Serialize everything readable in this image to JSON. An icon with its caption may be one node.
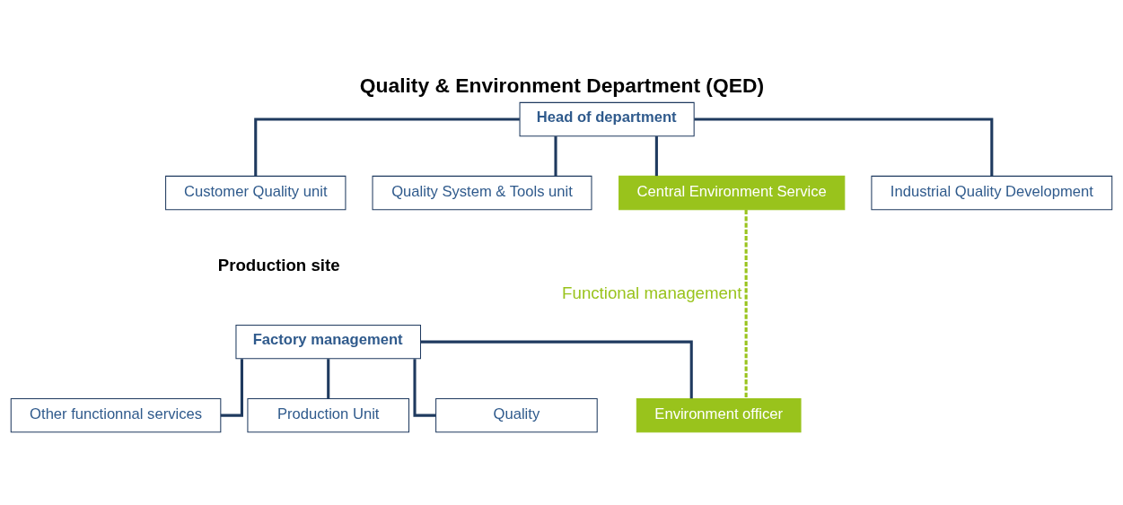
{
  "diagram": {
    "title": "Quality & Environment Department (QED)",
    "nodes": [
      {
        "text": [
          "Head of department"
        ]
      },
      {
        "text": [
          "Customer Quality unit"
        ]
      },
      {
        "text": [
          "Quality System & Tools unit"
        ]
      },
      {
        "text": [
          "Central Environment Service"
        ]
      },
      {
        "text": [
          "Industrial Quality Development"
        ]
      },
      {
        "text": [
          "Factory management"
        ]
      },
      {
        "text": [
          "Other functionnal services"
        ]
      },
      {
        "text": [
          "Production Unit"
        ]
      },
      {
        "text": [
          "Quality"
        ]
      },
      {
        "text": [
          "Environment officer"
        ]
      }
    ],
    "edges": [
      {
        "from": 0,
        "to": 1,
        "arrow": "none"
      },
      {
        "from": 0,
        "to": 2,
        "arrow": "none"
      },
      {
        "from": 0,
        "to": 3,
        "arrow": "none"
      },
      {
        "from": 0,
        "to": 4,
        "arrow": "none"
      },
      {
        "from": 5,
        "to": 6,
        "arrow": "none"
      },
      {
        "from": 5,
        "to": 7,
        "arrow": "none"
      },
      {
        "from": 5,
        "to": 8,
        "arrow": "none"
      },
      {
        "from": 5,
        "to": 9,
        "arrow": "none"
      },
      {
        "from": 3,
        "to": 9,
        "arrow": "none",
        "label": "Functional management",
        "style": "dashed",
        "color": "#99c31c"
      }
    ],
    "labels": [
      "Production site"
    ]
  }
}
